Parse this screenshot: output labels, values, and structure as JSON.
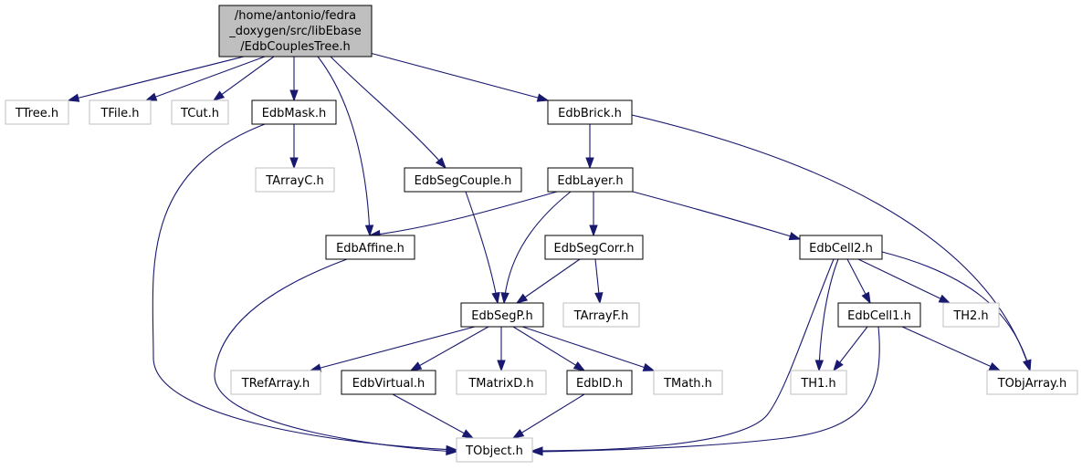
{
  "colors": {
    "edge": "#191970",
    "root_fill": "#bfbfbf",
    "external_border": "#bfbfbf",
    "internal_border": "#000000"
  },
  "graph": {
    "root": {
      "id": "root",
      "lines": [
        "/home/antonio/fedra",
        "_doxygen/src/libEbase",
        "/EdbCouplesTree.h"
      ]
    },
    "nodes": [
      {
        "id": "TTree",
        "label": "TTree.h",
        "kind": "external"
      },
      {
        "id": "TFile",
        "label": "TFile.h",
        "kind": "external"
      },
      {
        "id": "TCut",
        "label": "TCut.h",
        "kind": "external"
      },
      {
        "id": "EdbMask",
        "label": "EdbMask.h",
        "kind": "internal"
      },
      {
        "id": "EdbBrick",
        "label": "EdbBrick.h",
        "kind": "internal"
      },
      {
        "id": "TArrayC",
        "label": "TArrayC.h",
        "kind": "external"
      },
      {
        "id": "EdbSegCouple",
        "label": "EdbSegCouple.h",
        "kind": "internal"
      },
      {
        "id": "EdbLayer",
        "label": "EdbLayer.h",
        "kind": "internal"
      },
      {
        "id": "EdbAffine",
        "label": "EdbAffine.h",
        "kind": "internal"
      },
      {
        "id": "EdbSegCorr",
        "label": "EdbSegCorr.h",
        "kind": "internal"
      },
      {
        "id": "EdbCell2",
        "label": "EdbCell2.h",
        "kind": "internal"
      },
      {
        "id": "EdbSegP",
        "label": "EdbSegP.h",
        "kind": "internal"
      },
      {
        "id": "TArrayF",
        "label": "TArrayF.h",
        "kind": "external"
      },
      {
        "id": "EdbCell1",
        "label": "EdbCell1.h",
        "kind": "internal"
      },
      {
        "id": "TH2",
        "label": "TH2.h",
        "kind": "external"
      },
      {
        "id": "TRefArray",
        "label": "TRefArray.h",
        "kind": "external"
      },
      {
        "id": "EdbVirtual",
        "label": "EdbVirtual.h",
        "kind": "internal"
      },
      {
        "id": "TMatrixD",
        "label": "TMatrixD.h",
        "kind": "external"
      },
      {
        "id": "EdbID",
        "label": "EdbID.h",
        "kind": "internal"
      },
      {
        "id": "TMath",
        "label": "TMath.h",
        "kind": "external"
      },
      {
        "id": "TH1",
        "label": "TH1.h",
        "kind": "external"
      },
      {
        "id": "TObjArray",
        "label": "TObjArray.h",
        "kind": "external"
      },
      {
        "id": "TObject",
        "label": "TObject.h",
        "kind": "external"
      }
    ],
    "edges": [
      [
        "root",
        "TTree"
      ],
      [
        "root",
        "TFile"
      ],
      [
        "root",
        "TCut"
      ],
      [
        "root",
        "EdbMask"
      ],
      [
        "root",
        "EdbAffine"
      ],
      [
        "root",
        "EdbSegCouple"
      ],
      [
        "root",
        "EdbBrick"
      ],
      [
        "EdbMask",
        "TArrayC"
      ],
      [
        "EdbMask",
        "TObject"
      ],
      [
        "EdbBrick",
        "EdbLayer"
      ],
      [
        "EdbBrick",
        "TObjArray"
      ],
      [
        "EdbSegCouple",
        "EdbSegP"
      ],
      [
        "EdbLayer",
        "EdbAffine"
      ],
      [
        "EdbLayer",
        "EdbSegP"
      ],
      [
        "EdbLayer",
        "EdbSegCorr"
      ],
      [
        "EdbLayer",
        "EdbCell2"
      ],
      [
        "EdbAffine",
        "TObject"
      ],
      [
        "EdbSegCorr",
        "EdbSegP"
      ],
      [
        "EdbSegCorr",
        "TArrayF"
      ],
      [
        "EdbCell2",
        "TObject"
      ],
      [
        "EdbCell2",
        "TH1"
      ],
      [
        "EdbCell2",
        "EdbCell1"
      ],
      [
        "EdbCell2",
        "TH2"
      ],
      [
        "EdbCell2",
        "TObjArray"
      ],
      [
        "EdbSegP",
        "TRefArray"
      ],
      [
        "EdbSegP",
        "EdbVirtual"
      ],
      [
        "EdbSegP",
        "TMatrixD"
      ],
      [
        "EdbSegP",
        "EdbID"
      ],
      [
        "EdbSegP",
        "TMath"
      ],
      [
        "EdbCell1",
        "TH1"
      ],
      [
        "EdbCell1",
        "TObjArray"
      ],
      [
        "EdbCell1",
        "TObject"
      ],
      [
        "EdbVirtual",
        "TObject"
      ],
      [
        "EdbID",
        "TObject"
      ]
    ]
  }
}
